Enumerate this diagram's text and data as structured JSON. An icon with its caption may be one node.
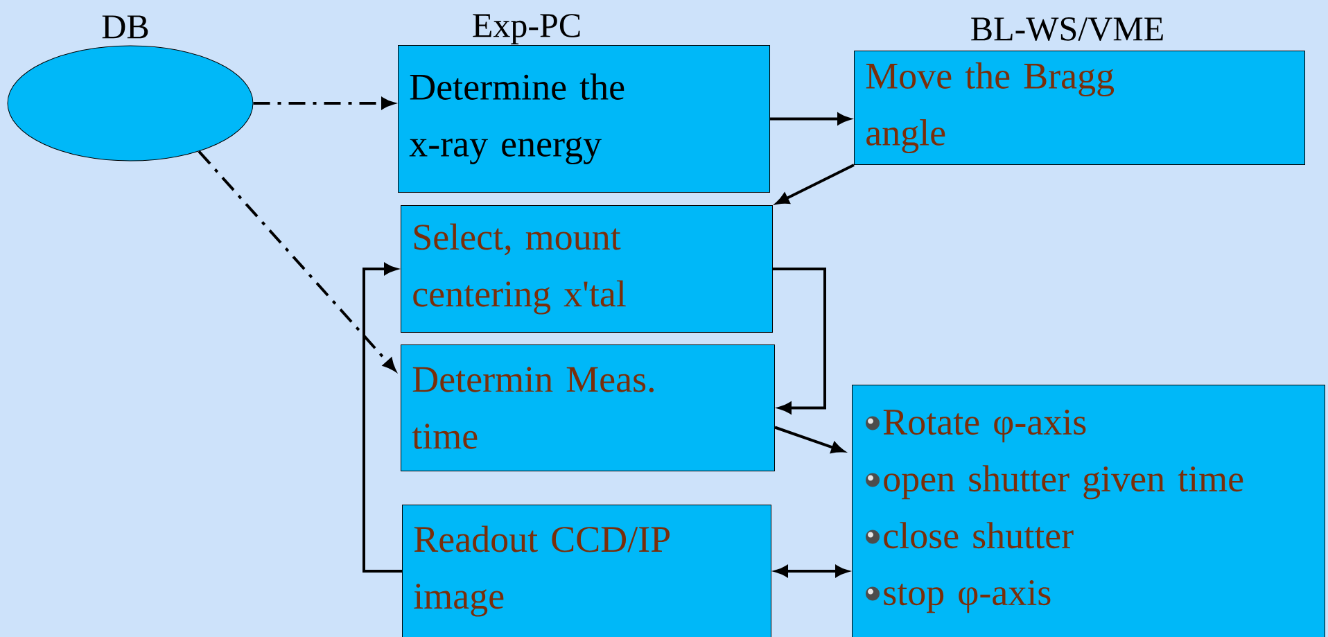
{
  "diagram": {
    "nodes": [
      {
        "text": [
          "DB"
        ]
      },
      {
        "text": [
          "Determine the x-ray energy"
        ]
      },
      {
        "text": [
          "Move the Bragg angle"
        ]
      },
      {
        "text": [
          "Select, mount centering x'tal"
        ]
      },
      {
        "text": [
          "Determin Meas. time"
        ]
      },
      {
        "text": [
          "Readout CCD/IP image"
        ]
      },
      {
        "text": [
          "Rotate φ-axis",
          "open shutter given time",
          "close shutter",
          "stop φ-axis"
        ]
      }
    ],
    "edges": [
      {
        "from": 0,
        "to": 1,
        "arrow": "to",
        "style": "dashed"
      },
      {
        "from": 0,
        "to": 4,
        "arrow": "to",
        "style": "dashed"
      },
      {
        "from": 1,
        "to": 2,
        "arrow": "to"
      },
      {
        "from": 2,
        "to": 3,
        "arrow": "to"
      },
      {
        "from": 3,
        "to": 4,
        "arrow": "to"
      },
      {
        "from": 4,
        "to": 6,
        "arrow": "to"
      },
      {
        "from": 5,
        "to": 6,
        "arrow": "both"
      },
      {
        "from": 5,
        "to": 3,
        "arrow": "to"
      }
    ],
    "labels": [
      "Exp-PC",
      "BL-WS/VME"
    ]
  }
}
